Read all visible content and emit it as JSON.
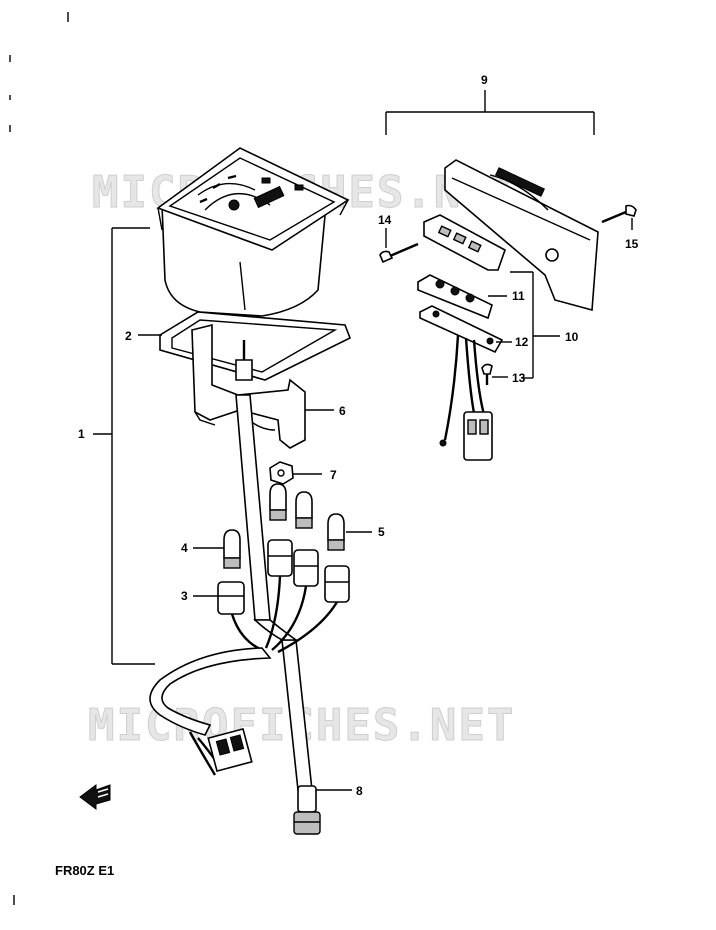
{
  "watermark": "MICROFICHES.NET",
  "model_code": "FR80Z E1",
  "colors": {
    "line": "#000000",
    "watermark": "#cfcfcf",
    "background": "#ffffff"
  },
  "callouts": [
    {
      "id": "1",
      "label": "1"
    },
    {
      "id": "2",
      "label": "2"
    },
    {
      "id": "3",
      "label": "3"
    },
    {
      "id": "4",
      "label": "4"
    },
    {
      "id": "5",
      "label": "5"
    },
    {
      "id": "6",
      "label": "6"
    },
    {
      "id": "7",
      "label": "7"
    },
    {
      "id": "8",
      "label": "8"
    },
    {
      "id": "9",
      "label": "9"
    },
    {
      "id": "10",
      "label": "10"
    },
    {
      "id": "11",
      "label": "11"
    },
    {
      "id": "12",
      "label": "12"
    },
    {
      "id": "13",
      "label": "13"
    },
    {
      "id": "14",
      "label": "14"
    },
    {
      "id": "15",
      "label": "15"
    }
  ],
  "icons": {
    "direction_arrow": "arrow-left-icon"
  }
}
